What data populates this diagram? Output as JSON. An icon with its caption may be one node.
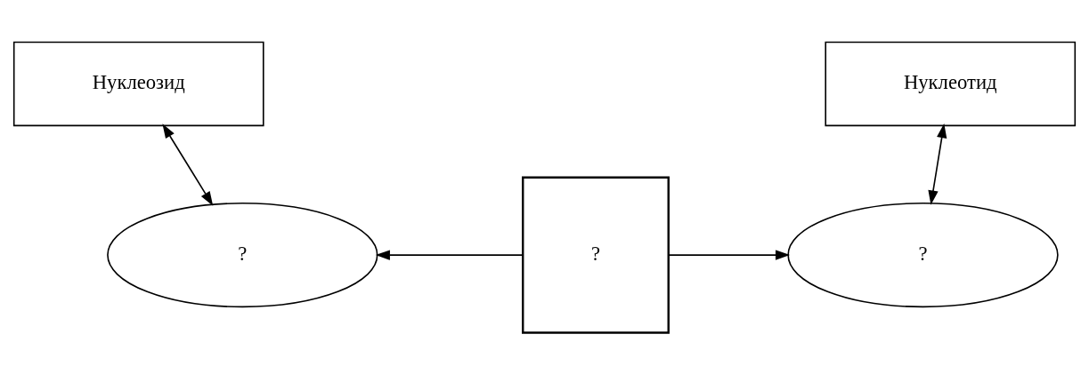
{
  "diagram": {
    "nodes": [
      {
        "text": [
          "Нуклеозид"
        ]
      },
      {
        "text": [
          "Нуклеотид"
        ]
      },
      {
        "text": [
          "?"
        ]
      },
      {
        "text": [
          "?"
        ]
      },
      {
        "text": [
          "?"
        ]
      }
    ],
    "edges": [
      {
        "from": 0,
        "to": 2,
        "arrow": "both"
      },
      {
        "from": 1,
        "to": 4,
        "arrow": "both"
      },
      {
        "from": 3,
        "to": 2,
        "arrow": "to"
      },
      {
        "from": 3,
        "to": 4,
        "arrow": "to"
      }
    ]
  }
}
